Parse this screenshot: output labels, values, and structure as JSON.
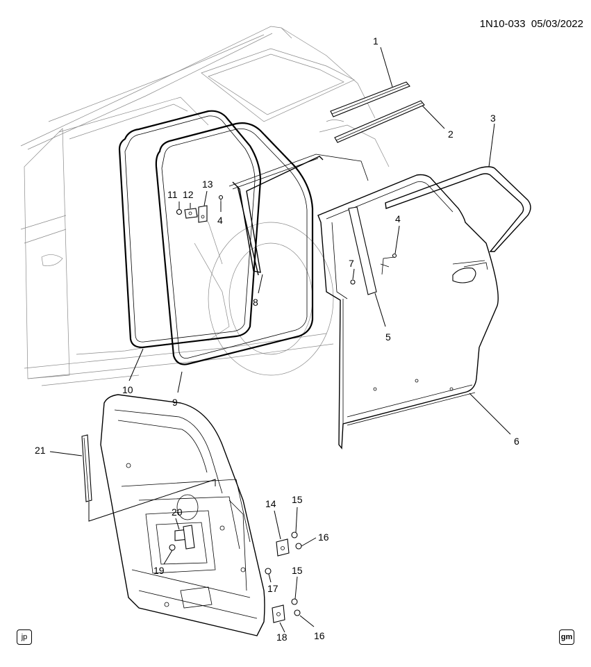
{
  "header": {
    "code": "1N10-033",
    "date": "05/03/2022"
  },
  "badges": {
    "left": "jp",
    "right": "gm"
  },
  "callouts": [
    {
      "id": "c1",
      "label": "1"
    },
    {
      "id": "c2",
      "label": "2"
    },
    {
      "id": "c3",
      "label": "3"
    },
    {
      "id": "c4a",
      "label": "4"
    },
    {
      "id": "c4b",
      "label": "4"
    },
    {
      "id": "c5",
      "label": "5"
    },
    {
      "id": "c6",
      "label": "6"
    },
    {
      "id": "c7",
      "label": "7"
    },
    {
      "id": "c8",
      "label": "8"
    },
    {
      "id": "c9",
      "label": "9"
    },
    {
      "id": "c10",
      "label": "10"
    },
    {
      "id": "c11",
      "label": "11"
    },
    {
      "id": "c12",
      "label": "12"
    },
    {
      "id": "c13",
      "label": "13"
    },
    {
      "id": "c14",
      "label": "14"
    },
    {
      "id": "c15a",
      "label": "15"
    },
    {
      "id": "c15b",
      "label": "15"
    },
    {
      "id": "c16a",
      "label": "16"
    },
    {
      "id": "c16b",
      "label": "16"
    },
    {
      "id": "c17",
      "label": "17"
    },
    {
      "id": "c18",
      "label": "18"
    },
    {
      "id": "c19",
      "label": "19"
    },
    {
      "id": "c20",
      "label": "20"
    },
    {
      "id": "c21",
      "label": "21"
    }
  ]
}
